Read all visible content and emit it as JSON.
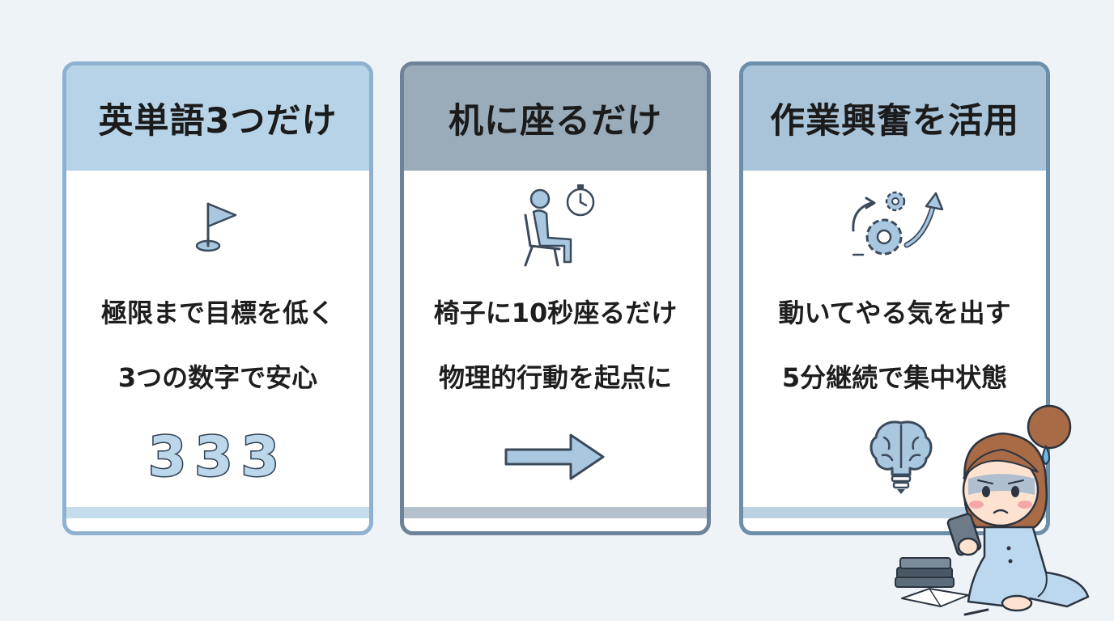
{
  "cards": [
    {
      "title": "英単語3つだけ",
      "icon": "golf-flag-icon",
      "line1": "極限まで目標を低く",
      "line2": "3つの数字で安心",
      "digits": "333"
    },
    {
      "title": "机に座るだけ",
      "icon": "person-sitting-stopwatch-icon",
      "line1": "椅子に10秒座るだけ",
      "line2": "物理的行動を起点に",
      "bottom_icon": "right-arrow-icon"
    },
    {
      "title": "作業興奮を活用",
      "icon": "gears-growth-arrow-icon",
      "line1": "動いてやる気を出す",
      "line2": "5分継続で集中状態",
      "bottom_icon": "brain-lightbulb-icon"
    }
  ],
  "colors": {
    "background": "#eef3f8",
    "card1_header": "#b7d3e8",
    "card2_header": "#9aabba",
    "card3_header": "#a9c4d9",
    "icon_fill": "#a9c8e0",
    "icon_stroke": "#3b4a5a"
  },
  "illustration": "worried-girl-with-phone-and-books"
}
